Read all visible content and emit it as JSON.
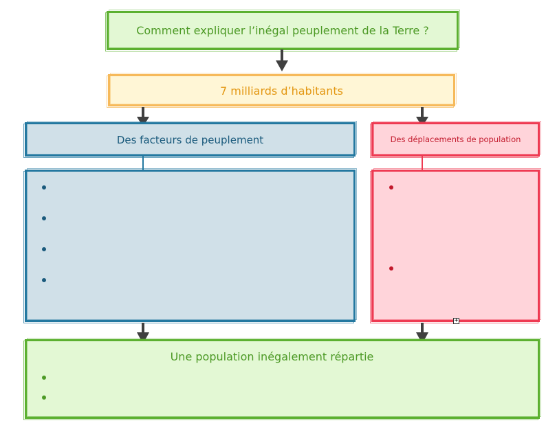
{
  "colors": {
    "green": "#5cb030",
    "green_fill": "#e3f8d4",
    "green_text": "#4d9a26",
    "orange": "#f6b95a",
    "orange_fill": "#fff6d6",
    "orange_text": "#e39712",
    "blue": "#2378a0",
    "blue_fill": "#d0e0e8",
    "blue_text": "#1a5a7c",
    "red": "#ee3a52",
    "red_fill": "#ffd4da",
    "red_text": "#c2182b",
    "arrow": "#404040"
  },
  "question": {
    "text": "Comment expliquer l’inégal peuplement de la Terre ?"
  },
  "population": {
    "text": "7 milliards d’habitants"
  },
  "factors": {
    "title": "Des facteurs de peuplement",
    "bullets": [
      "",
      "",
      "",
      ""
    ]
  },
  "movements": {
    "title": "Des déplacements de population",
    "bullets": [
      "",
      ""
    ]
  },
  "result": {
    "title": "Une population inégalement répartie",
    "bullets": [
      "",
      ""
    ]
  },
  "expand_control": {
    "symbol": "+"
  }
}
